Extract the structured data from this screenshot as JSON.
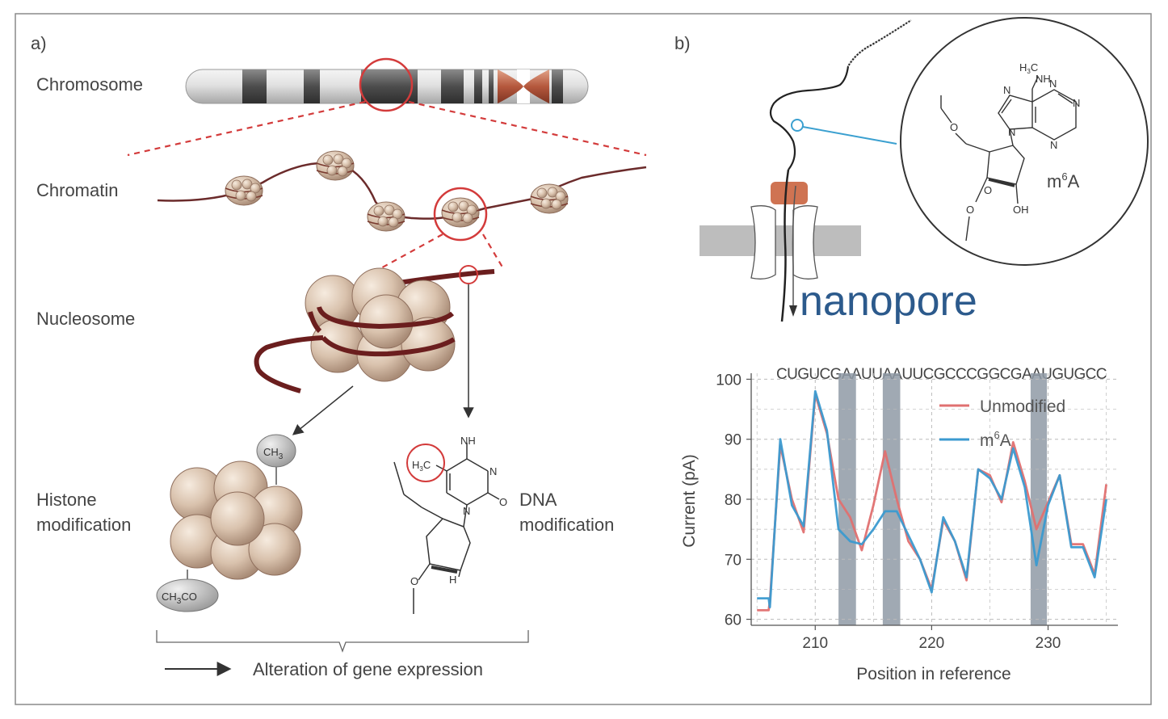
{
  "panel_a": {
    "label": "a)",
    "levels": {
      "chromosome": "Chromosome",
      "chromatin": "Chromatin",
      "nucleosome": "Nucleosome",
      "histone_line1": "Histone",
      "histone_line2": "modification",
      "dna_line1": "DNA",
      "dna_line2": "modification"
    },
    "groups": {
      "ch3": "CH",
      "ch3_sub": "3",
      "acetyl_a": "CH",
      "acetyl_sub": "3",
      "acetyl_b": "CO"
    },
    "cytosine": {
      "nh": "NH",
      "methyl": "H",
      "methyl_sub": "3",
      "methyl_c": "C",
      "n1": "N",
      "n2": "N",
      "o": "O",
      "h": "H",
      "o_ring": "O"
    },
    "footer": "Alteration of gene expression"
  },
  "panel_b": {
    "label": "b)",
    "nanopore": "nanopore",
    "molecule": {
      "methyl": "H",
      "methyl_sub": "3",
      "methyl_c": "C",
      "nh": "NH",
      "n": "N",
      "oh": "OH",
      "name": "m",
      "name_sup": "6",
      "name_a": "A"
    }
  },
  "chart_data": {
    "type": "line",
    "sequence": "CUGUCGAAUUAAUUCGCCCGGCGAAUGUGCC",
    "xlabel": "Position in reference",
    "ylabel": "Current (pA)",
    "xlim": [
      204.5,
      236
    ],
    "ylim": [
      59,
      101
    ],
    "xticks": [
      210,
      220,
      230
    ],
    "yticks": [
      60,
      70,
      80,
      90,
      100
    ],
    "grid": true,
    "legend_position": "top-right",
    "highlight_bands": [
      [
        212,
        213.5
      ],
      [
        215.8,
        217.3
      ],
      [
        228.5,
        229.9
      ]
    ],
    "series": [
      {
        "name": "Unmodified",
        "legend_base": "Unmodified",
        "legend_sup": "",
        "legend_tail": "",
        "color": "#e07070",
        "x": [
          205,
          205.2,
          206,
          206.1,
          207,
          208,
          209,
          210,
          211,
          212,
          213,
          214,
          215,
          216,
          217,
          218,
          219,
          220,
          221,
          222,
          223,
          224,
          225,
          226,
          227,
          228,
          229,
          230,
          231,
          232,
          233,
          234,
          235
        ],
        "y": [
          61.5,
          61.5,
          61.5,
          63,
          89,
          80,
          74.5,
          97.5,
          91,
          80,
          77,
          71.5,
          79,
          88,
          80,
          73,
          70,
          65,
          76.5,
          73,
          66.5,
          85,
          84,
          79.5,
          89.5,
          83,
          75,
          79.5,
          84,
          72.5,
          72.5,
          67.5,
          82.5
        ]
      },
      {
        "name": "m6A",
        "legend_base": "m",
        "legend_sup": "6",
        "legend_tail": "A",
        "color": "#3b9ad0",
        "x": [
          205,
          205.2,
          206,
          206.1,
          207,
          208,
          209,
          210,
          211,
          212,
          213,
          214,
          215,
          216,
          217,
          218,
          219,
          220,
          221,
          222,
          223,
          224,
          225,
          226,
          227,
          228,
          229,
          230,
          231,
          232,
          233,
          234,
          235
        ],
        "y": [
          63.5,
          63.5,
          63.5,
          62,
          90,
          79,
          75.5,
          98,
          91.5,
          75,
          73,
          72.5,
          75,
          78,
          78,
          74,
          70,
          64.5,
          77,
          73,
          67,
          85,
          83.5,
          80,
          88.5,
          82,
          69,
          79,
          84,
          72,
          72,
          67,
          80
        ]
      }
    ]
  }
}
